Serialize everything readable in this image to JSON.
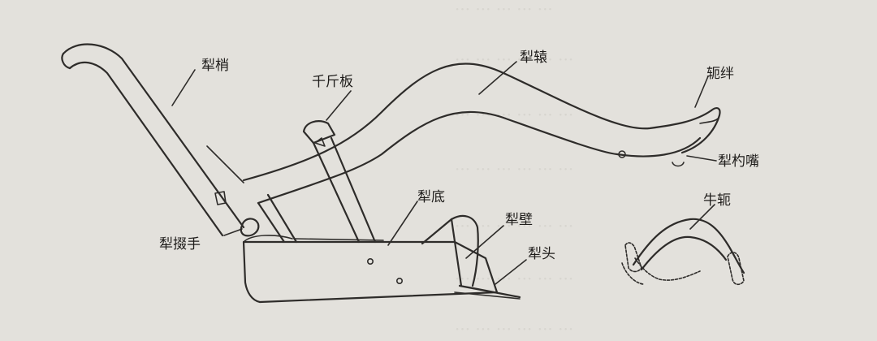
{
  "labels": {
    "li_shao": "犁梢",
    "qian_jin_ban": "千斤板",
    "li_rang": "犁辕",
    "e_ban": "轭绊",
    "li_shao_zui": "犁杓嘴",
    "li_di": "犁底",
    "li_bi": "犁壁",
    "li_tou": "犁头",
    "li_duo_shou": "犁掇手",
    "niu_e": "牛轭"
  }
}
